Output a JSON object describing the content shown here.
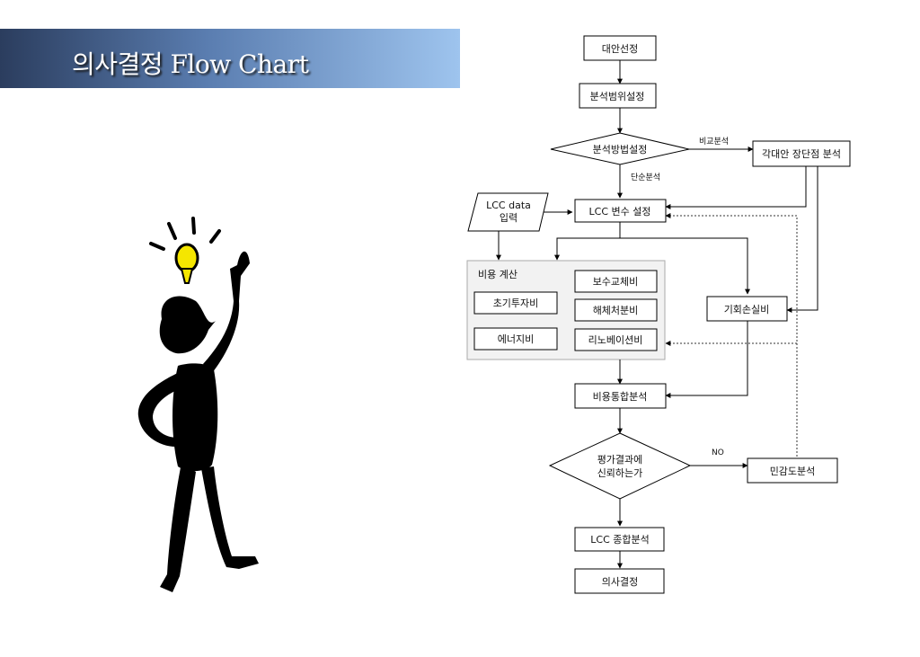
{
  "title": "의사결정 Flow Chart",
  "flowchart": {
    "nodes": {
      "alt_select": "대안선정",
      "scope": "분석범위설정",
      "method": "분석방법설정",
      "pros_cons": "각대안 장단점 분석",
      "lcc_data_1": "LCC data",
      "lcc_data_2": "입력",
      "lcc_var": "LCC 변수 설정",
      "cost_calc": "비용 계산",
      "init_invest": "초기투자비",
      "energy": "에너지비",
      "maintenance": "보수교체비",
      "demolition": "해체처분비",
      "renovation": "리노베이션비",
      "opportunity": "기회손실비",
      "integrated": "비용통합분석",
      "evaluate_1": "평가결과에",
      "evaluate_2": "신뢰하는가",
      "sensitivity": "민감도분석",
      "lcc_total": "LCC 종합분석",
      "decision": "의사결정"
    },
    "edge_labels": {
      "compare": "비교분석",
      "simple": "단순분석",
      "no": "NO"
    }
  },
  "icons": {
    "thinking_figure": "person-with-lightbulb-icon"
  }
}
